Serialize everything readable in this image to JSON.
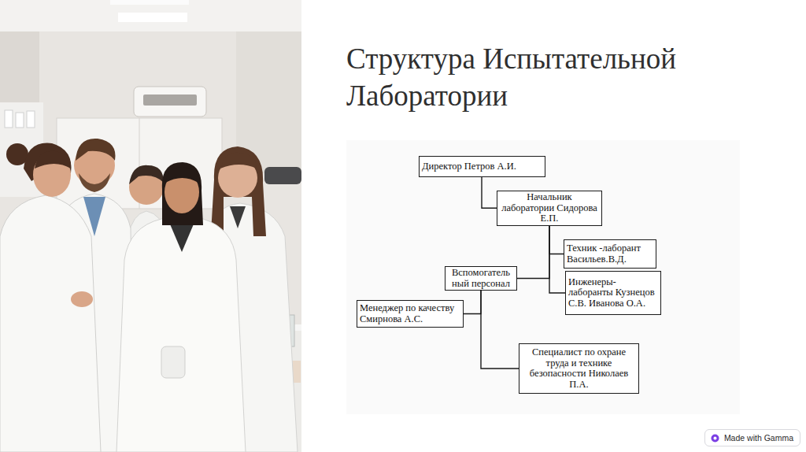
{
  "diagram": {
    "title": "Структура Испытательной Лаборатории",
    "nodes": [
      {
        "text": [
          "Директор Петров А.И."
        ]
      },
      {
        "text": [
          "Начальник лаборатории Сидорова Е.П."
        ]
      },
      {
        "text": [
          "Техник -лаборант Васильев.В.Д."
        ]
      },
      {
        "text": [
          "Вспомогатель ный персонал"
        ]
      },
      {
        "text": [
          "Инженеры- лаборанты Кузнецов С.В. Иванова О.А."
        ]
      },
      {
        "text": [
          "Менеджер по качеству Смирнова А.С."
        ]
      },
      {
        "text": [
          "Специалист по охране труда и технике безопасности Николаев П.А."
        ]
      }
    ],
    "edges": [
      {
        "from": 0,
        "to": 1,
        "arrow": "none"
      },
      {
        "from": 1,
        "to": 2,
        "arrow": "none"
      },
      {
        "from": 1,
        "to": 4,
        "arrow": "none"
      },
      {
        "from": 1,
        "to": 3,
        "arrow": "none"
      },
      {
        "from": 3,
        "to": 5,
        "arrow": "none"
      },
      {
        "from": 3,
        "to": 6,
        "arrow": "none"
      }
    ],
    "labels": [
      "Made with Gamma"
    ]
  }
}
